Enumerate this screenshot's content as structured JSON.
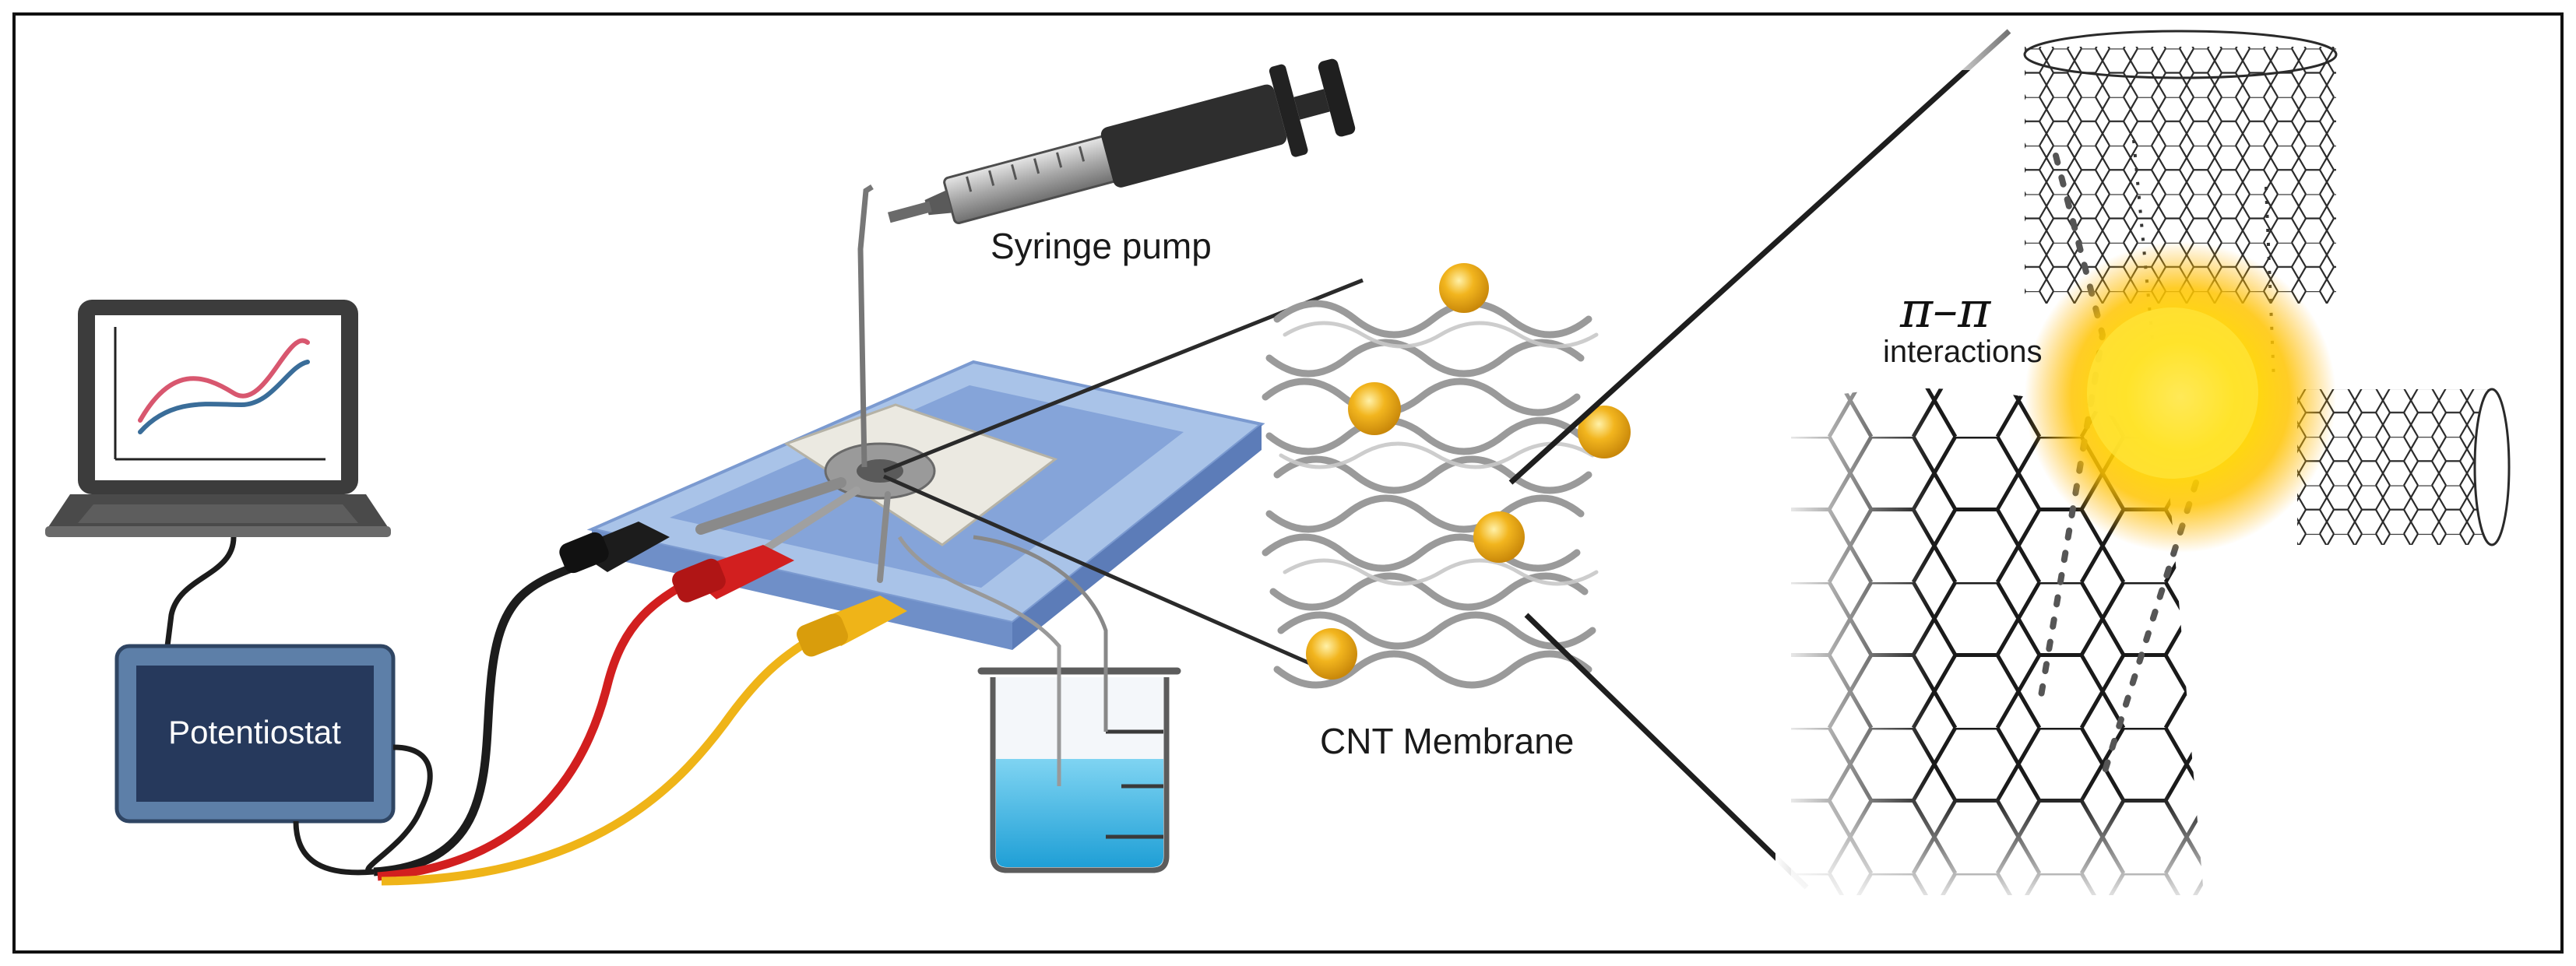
{
  "labels": {
    "syringe_pump": "Syringe pump",
    "potentiostat": "Potentiostat",
    "cnt_membrane": "CNT Membrane",
    "pi_pi": "π–π",
    "interactions": "interactions"
  },
  "colors": {
    "frame": "#111111",
    "glass": "#8fb0dc",
    "glass_dark": "#6f8fc8",
    "membrane_pad": "#e9e7df",
    "cable_black": "#1c1c1c",
    "cable_red": "#d21f1f",
    "cable_yellow": "#efb418",
    "nanoparticle": "#f2b51e",
    "glow": "#ffd000",
    "potentiostat_body": "#44628a",
    "potentiostat_screen": "#23385c",
    "water": "#3cb6e3",
    "plot_red": "#d8576f",
    "plot_blue": "#3a6d99"
  },
  "icons": [
    "laptop-icon",
    "potentiostat-icon",
    "syringe-icon",
    "beaker-icon",
    "alligator-clip-icon",
    "nanoparticle-icon",
    "carbon-nanotube-icon"
  ]
}
